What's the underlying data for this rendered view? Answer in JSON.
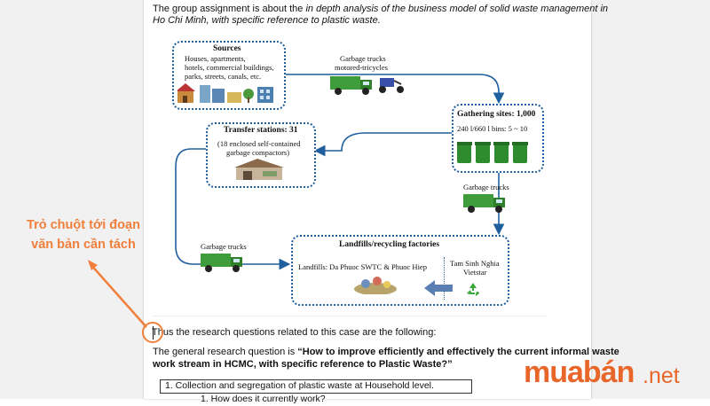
{
  "hint": {
    "line1": "Trỏ chuột tới đoạn",
    "line2": "văn bản cần tách"
  },
  "brand": {
    "name": "muabán",
    "tld": ".net",
    "color": "#e8662a"
  },
  "document": {
    "intro_line1_plain": "The group assignment is about the ",
    "intro_line1_italic": "in depth analysis of the business model of solid waste management in",
    "intro_line2_italic": "Ho Chi Minh, with specific reference to plastic waste.",
    "cursor_paragraph": "Thus the research questions related to this case are the following:",
    "general_question_plain": "The general research question is ",
    "general_question_bold_1": "“How to improve efficiently and effectively the current informal waste",
    "general_question_bold_2": "work stream in HCMC, with specific reference to Plastic Waste?”",
    "list_item_1": "1.   Collection and segregation of plastic waste at Household level.",
    "list_item_1_sub": "1.    How does it currently work?"
  },
  "diagram": {
    "sources": {
      "title": "Sources",
      "lines": [
        "Houses, apartments,",
        "hotels, commercial buildings,",
        "parks, streets, canals, etc."
      ]
    },
    "trucks_top": [
      "Garbage trucks",
      "motored-tricycles"
    ],
    "gathering": {
      "title": "Gathering sites: 1,000",
      "bins": "240 l/660 l bins:  5 ~ 10"
    },
    "transfer": {
      "title": "Transfer stations: 31",
      "lines": [
        "(18 enclosed self-contained",
        "garbage compactors)"
      ]
    },
    "trucks_right": "Garbage trucks",
    "trucks_left": "Garbage trucks",
    "landfills": {
      "title": "Landfills/recycling factories",
      "landfills_text": "Landfills:  Da Phuoc SWTC & Phuoc Hiep",
      "recycler_lines": [
        "Tam Sinh Nghia",
        "Vietstar"
      ]
    }
  }
}
